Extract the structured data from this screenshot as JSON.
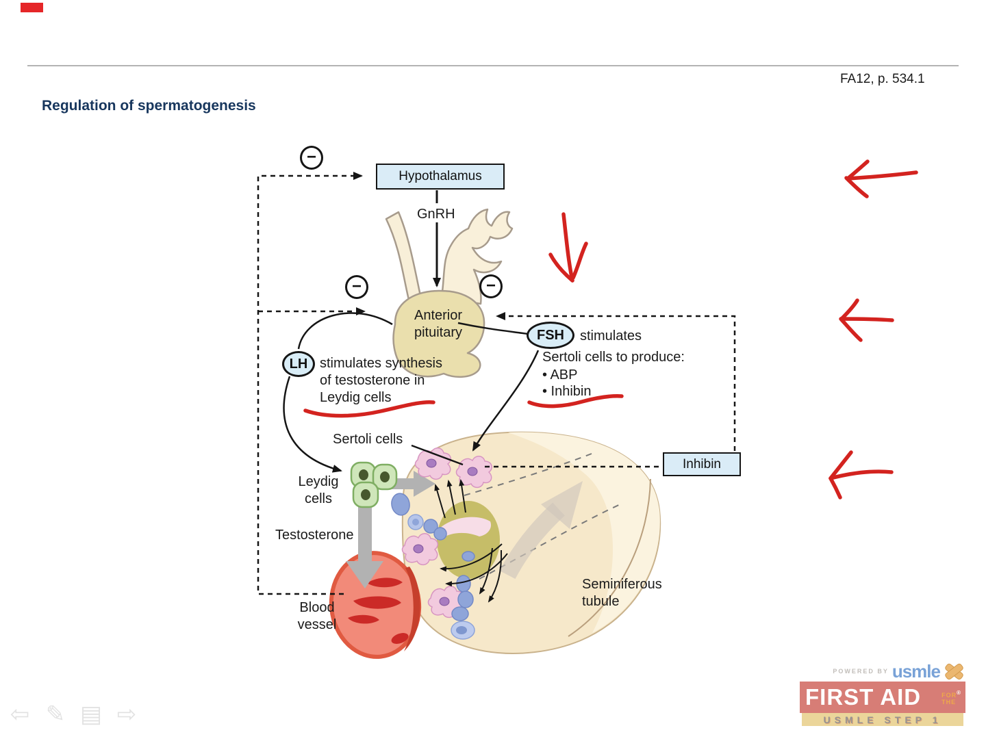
{
  "page": {
    "reference": "FA12, p. 534.1",
    "title": "Regulation of spermatogenesis"
  },
  "diagram": {
    "minus": "−",
    "hypothalamus": "Hypothalamus",
    "gnrh": "GnRH",
    "anterior_pituitary": "Anterior\npituitary",
    "lh": "LH",
    "lh_description": "stimulates synthesis\nof testosterone in\nLeydig cells",
    "fsh": "FSH",
    "fsh_description": "stimulates",
    "sertoli_produce": "Sertoli cells to produce:",
    "abp_bullet": "• ABP",
    "inhibin_bullet": "• Inhibin",
    "sertoli_cells": "Sertoli cells",
    "leydig_cells": "Leydig\ncells",
    "testosterone": "Testosterone",
    "blood_vessel": "Blood\nvessel",
    "seminiferous_tubule": "Seminiferous\ntubule",
    "inhibin_box": "Inhibin"
  },
  "branding": {
    "powered_by": "POWERED BY",
    "usmle": "usmle",
    "first_aid": "FIRST AID",
    "for_label": "FOR",
    "the_label": "THE",
    "registered": "®",
    "usmle_step": "USMLE STEP 1"
  },
  "toolbar": {
    "back_icon": "⇦",
    "pen_icon": "✎",
    "notes_icon": "▤",
    "forward_icon": "⇨"
  },
  "colors": {
    "annotation_red": "#d3231f",
    "box_blue": "#daecf7",
    "title_navy": "#17365d",
    "first_aid_red": "#d5746c",
    "step_gold": "#ead293",
    "usmle_blue": "#6f9cd4",
    "tubule_beige": "#f6e8ca"
  }
}
